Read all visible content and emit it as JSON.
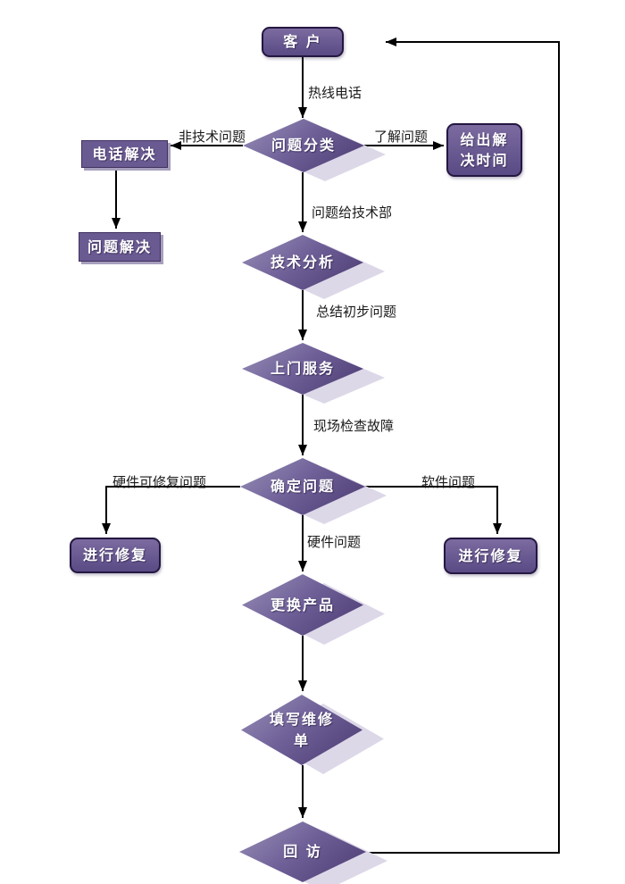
{
  "colors": {
    "node_fill_top": "#7b6ba0",
    "node_fill_bottom": "#5a4a85",
    "node_border": "#241740",
    "rect_fill": "#6a5a92",
    "rect_border": "#41315f",
    "rect_shadow": "#a79fbd",
    "diamond_grad_light": "#9990b8",
    "diamond_grad_mid": "#6e5f97",
    "diamond_grad_dark": "#4b3a71",
    "diamond_shadow": "#ddd8e8",
    "node_text": "#ffffff",
    "connector": "#000000",
    "edge_label_color": "#1a1a1a",
    "background": "#ffffff"
  },
  "nodes": {
    "customer": {
      "label": "客 户",
      "shape": "rounded-rect"
    },
    "classify": {
      "label": "问题分类",
      "shape": "diamond"
    },
    "phone_resolve": {
      "label": "电话解决",
      "shape": "rect"
    },
    "problem_solved": {
      "label": "问题解决",
      "shape": "rect"
    },
    "give_solution_time": {
      "label": "给出解决时间",
      "shape": "rounded-rect"
    },
    "tech_analysis": {
      "label": "技术分析",
      "shape": "diamond"
    },
    "onsite_service": {
      "label": "上门服务",
      "shape": "diamond"
    },
    "determine_problem": {
      "label": "确定问题",
      "shape": "diamond"
    },
    "repair_left": {
      "label": "进行修复",
      "shape": "rounded-rect"
    },
    "repair_right": {
      "label": "进行修复",
      "shape": "rounded-rect"
    },
    "replace_product": {
      "label": "更换产品",
      "shape": "diamond"
    },
    "fill_repair_form": {
      "label": "填写维修单",
      "shape": "diamond"
    },
    "follow_up": {
      "label": "回 访",
      "shape": "diamond"
    }
  },
  "edge_labels": {
    "hotline_call": "热线电话",
    "non_technical_problem": "非技术问题",
    "understand_problem": "了解问题",
    "problem_to_tech_dept": "问题给技术部",
    "summarize_initial_problem": "总结初步问题",
    "onsite_check_fault": "现场检查故障",
    "hardware_repairable": "硬件可修复问题",
    "software_problem": "软件问题",
    "hardware_problem": "硬件问题"
  }
}
